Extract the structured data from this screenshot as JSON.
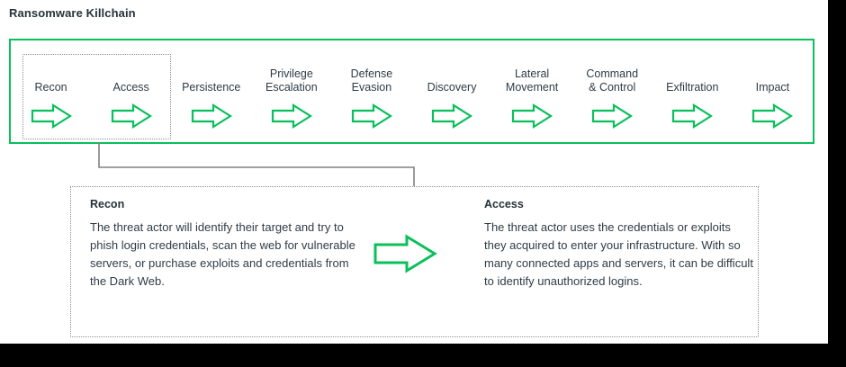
{
  "page": {
    "title": "Ransomware Killchain",
    "accent_color": "#0ac05a",
    "text_color": "#2f3b45",
    "heading_color": "#263238",
    "connector_color": "#808080",
    "dotted_border_color": "#8a8f94",
    "background_color": "#000000",
    "canvas_color": "#ffffff"
  },
  "killchain": {
    "arrow_icon": "right-arrow-outline-icon",
    "stages": [
      {
        "label": "Recon",
        "highlighted": true
      },
      {
        "label": "Access",
        "highlighted": true
      },
      {
        "label": "Persistence",
        "highlighted": false
      },
      {
        "label": "Privilege\nEscalation",
        "highlighted": false
      },
      {
        "label": "Defense\nEvasion",
        "highlighted": false
      },
      {
        "label": "Discovery",
        "highlighted": false
      },
      {
        "label": "Lateral\nMovement",
        "highlighted": false
      },
      {
        "label": "Command\n& Control",
        "highlighted": false
      },
      {
        "label": "Exfiltration",
        "highlighted": false
      },
      {
        "label": "Impact",
        "highlighted": false
      }
    ]
  },
  "detail": {
    "arrow_icon": "right-arrow-outline-icon",
    "panels": [
      {
        "title": "Recon",
        "body": "The threat actor will identify their target and try to phish login credentials, scan the web for vulnerable servers, or purchase exploits and credentials from the Dark Web."
      },
      {
        "title": "Access",
        "body": "The threat actor uses the credentials or exploits they acquired to enter your infrastructure. With so many connected apps and servers, it can be difficult to identify unauthorized logins."
      }
    ]
  }
}
